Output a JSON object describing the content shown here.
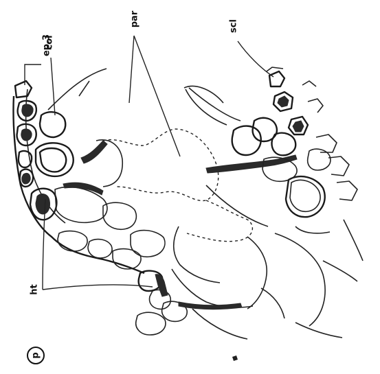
{
  "labels": {
    "ep": "ep.3",
    "col": "col",
    "par": "par",
    "scl": "scl",
    "ht": "ht"
  },
  "panel_letter": "p"
}
